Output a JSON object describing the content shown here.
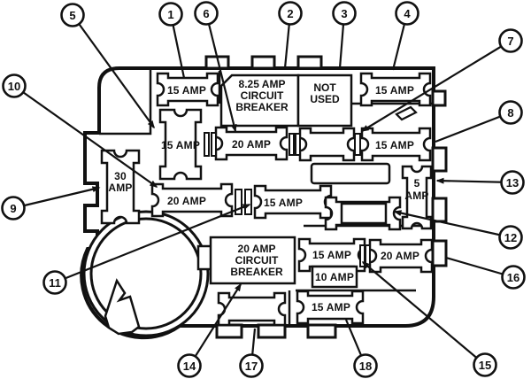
{
  "diagram": {
    "type": "fuse-panel-diagram",
    "colors": {
      "ink": "#111111",
      "background": "#ffffff"
    },
    "callouts": [
      {
        "label": "1"
      },
      {
        "label": "2"
      },
      {
        "label": "3"
      },
      {
        "label": "4"
      },
      {
        "label": "5"
      },
      {
        "label": "6"
      },
      {
        "label": "7"
      },
      {
        "label": "8"
      },
      {
        "label": "9"
      },
      {
        "label": "10"
      },
      {
        "label": "11"
      },
      {
        "label": "12"
      },
      {
        "label": "13"
      },
      {
        "label": "14"
      },
      {
        "label": "15"
      },
      {
        "label": "16"
      },
      {
        "label": "17"
      },
      {
        "label": "18"
      }
    ],
    "breaker_top": {
      "l1": "8.25 AMP",
      "l2": "CIRCUIT",
      "l3": "BREAKER"
    },
    "not_used": {
      "l1": "NOT",
      "l2": "USED"
    },
    "breaker_mid": {
      "l1": "20 AMP",
      "l2": "CIRCUIT",
      "l3": "BREAKER"
    },
    "fuses": {
      "top_left": "15 AMP",
      "top_right": "15 AMP",
      "mid_vertical": "15 AMP",
      "row2_left": "20 AMP",
      "row2_right": "15 AMP",
      "left_30_l1": "30",
      "left_30_l2": "AMP",
      "row3_left": "20 AMP",
      "row3_mid": "15 AMP",
      "right_5_l1": "5",
      "right_5_l2": "AMP",
      "row4_left": "15 AMP",
      "row4_right": "20 AMP",
      "box_10": "10 AMP",
      "bottom": "15 AMP"
    }
  }
}
